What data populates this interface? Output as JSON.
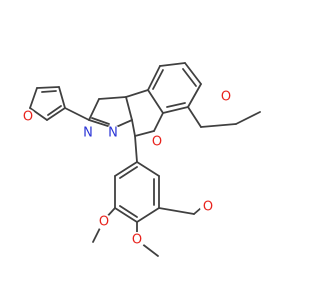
{
  "colors": {
    "bond": "#404040",
    "oxygen": "#e8221c",
    "nitrogen": "#2a34d6",
    "background": "#ffffff"
  },
  "atom_labels": {
    "furan_o": "O",
    "ethoxy_o": "O",
    "ring_o": "O",
    "n_pyrazoline": "N",
    "n_bridge": "N",
    "ome_left": "O",
    "ome_mid": "O",
    "ome_right": "O"
  }
}
